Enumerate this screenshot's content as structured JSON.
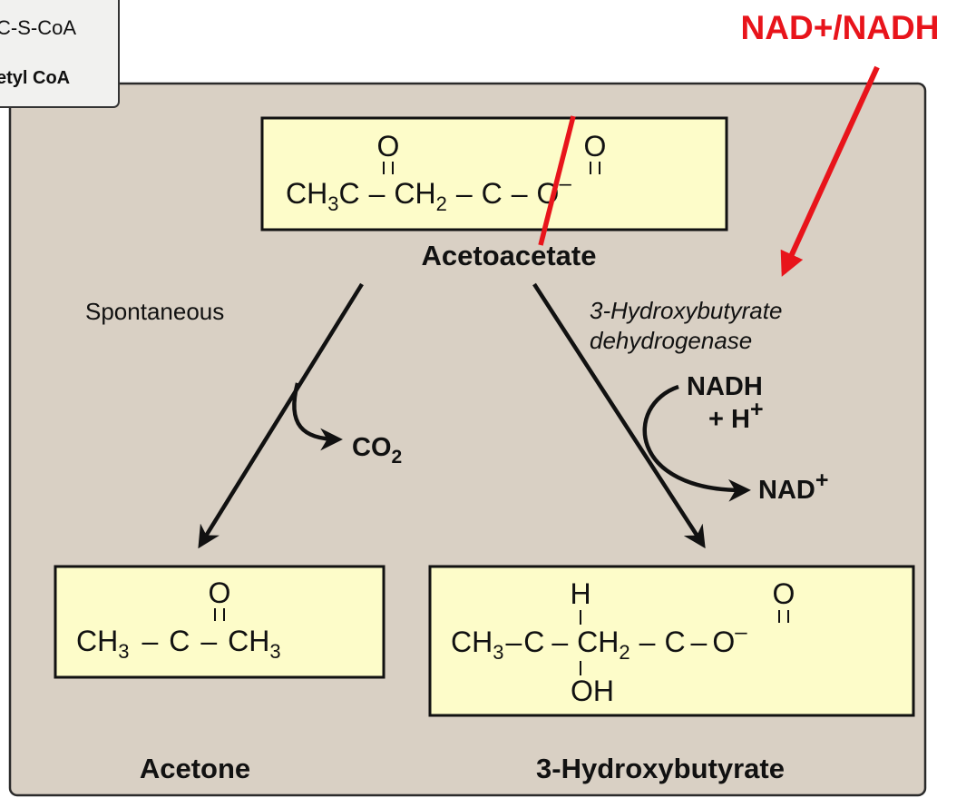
{
  "annotation": {
    "text": "NAD+/NADH",
    "color": "#e8141b"
  },
  "acetyl_coa_box": {
    "formula_fragment": "C-S-CoA",
    "label_fragment": "etyl CoA"
  },
  "acetoacetate": {
    "carbonyl_o_left": "O",
    "carbonyl_o_right": "O",
    "formula_parts": [
      "CH",
      "3",
      "C",
      "–",
      "CH",
      "2",
      "–",
      "C",
      "–",
      "O",
      "–"
    ],
    "label": "Acetoacetate"
  },
  "left_path": {
    "label": "Spontaneous",
    "byproduct_main": "CO",
    "byproduct_sub": "2"
  },
  "right_path": {
    "enzyme_line1": "3-Hydroxybutyrate",
    "enzyme_line2": "dehydrogenase",
    "cofactor_in_line1": "NADH",
    "cofactor_in_line2": "+ H",
    "cofactor_in_sup": "+",
    "cofactor_out": "NAD",
    "cofactor_out_sup": "+"
  },
  "acetone": {
    "carbonyl_o": "O",
    "formula_parts": [
      "CH",
      "3",
      "–",
      "C",
      "–",
      "CH",
      "3"
    ],
    "label": "Acetone"
  },
  "hydroxybutyrate": {
    "top_h": "H",
    "bottom_oh": "OH",
    "carbonyl_o": "O",
    "formula_parts": [
      "CH",
      "3",
      "–",
      "C",
      "–",
      "CH",
      "2",
      "–",
      "C",
      "–",
      "O",
      "–"
    ],
    "label": "3-Hydroxybutyrate"
  },
  "colors": {
    "panel_bg": "#d9d0c4",
    "formula_box_bg": "#fdfcc9",
    "arrow": "#111111",
    "annotation_red": "#e8141b"
  }
}
